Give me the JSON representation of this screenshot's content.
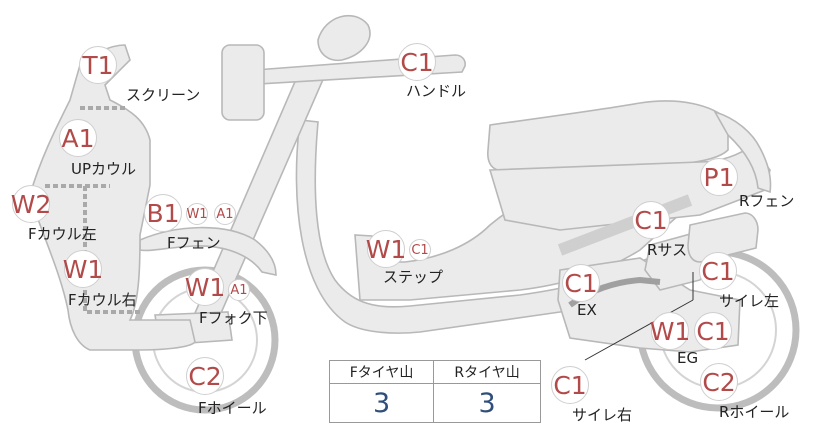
{
  "parts": [
    {
      "id": "screen",
      "label": "スクリーン",
      "badges": [
        {
          "code": "T1",
          "size": "big"
        }
      ]
    },
    {
      "id": "up-cowl",
      "label": "UPカウル",
      "badges": [
        {
          "code": "A1",
          "size": "big"
        }
      ]
    },
    {
      "id": "f-cowl-left",
      "label": "Fカウル左",
      "badges": [
        {
          "code": "W2",
          "size": "big"
        }
      ]
    },
    {
      "id": "f-cowl-right",
      "label": "Fカウル右",
      "badges": [
        {
          "code": "W1",
          "size": "big"
        }
      ]
    },
    {
      "id": "f-fender",
      "label": "Fフェン",
      "badges": [
        {
          "code": "B1",
          "size": "big"
        },
        {
          "code": "W1",
          "size": "small"
        },
        {
          "code": "A1",
          "size": "small"
        }
      ]
    },
    {
      "id": "f-fork-lower",
      "label": "Fフォク下",
      "badges": [
        {
          "code": "W1",
          "size": "big"
        },
        {
          "code": "A1",
          "size": "small"
        }
      ]
    },
    {
      "id": "f-wheel",
      "label": "Fホイール",
      "badges": [
        {
          "code": "C2",
          "size": "big"
        }
      ]
    },
    {
      "id": "handle",
      "label": "ハンドル",
      "badges": [
        {
          "code": "C1",
          "size": "big"
        }
      ]
    },
    {
      "id": "step",
      "label": "ステップ",
      "badges": [
        {
          "code": "W1",
          "size": "big"
        },
        {
          "code": "C1",
          "size": "small"
        }
      ]
    },
    {
      "id": "r-fender",
      "label": "Rフェン",
      "badges": [
        {
          "code": "P1",
          "size": "big"
        }
      ]
    },
    {
      "id": "r-sus",
      "label": "Rサス",
      "badges": [
        {
          "code": "C1",
          "size": "big"
        }
      ]
    },
    {
      "id": "ex",
      "label": "EX",
      "badges": [
        {
          "code": "C1",
          "size": "big"
        }
      ]
    },
    {
      "id": "silencer-left",
      "label": "サイレ左",
      "badges": [
        {
          "code": "C1",
          "size": "big"
        }
      ]
    },
    {
      "id": "eg",
      "label": "EG",
      "badges": [
        {
          "code": "W1",
          "size": "big"
        },
        {
          "code": "C1",
          "size": "big"
        }
      ]
    },
    {
      "id": "silencer-right",
      "label": "サイレ右",
      "badges": [
        {
          "code": "C1",
          "size": "big"
        }
      ]
    },
    {
      "id": "r-wheel",
      "label": "Rホイール",
      "badges": [
        {
          "code": "C2",
          "size": "big"
        }
      ]
    }
  ],
  "tire_table": {
    "headers": [
      "Fタイヤ山",
      "Rタイヤ山"
    ],
    "values": [
      "3",
      "3"
    ]
  }
}
